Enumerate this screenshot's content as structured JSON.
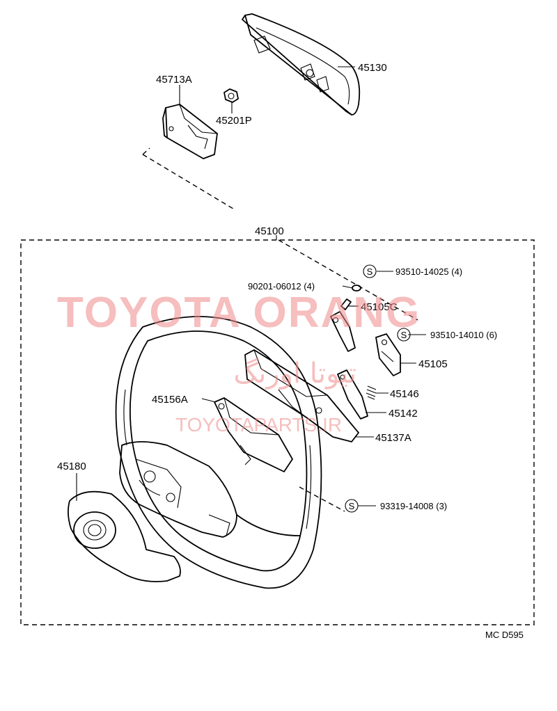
{
  "watermark": {
    "brand_latin": "TOYOTA ORANG",
    "brand_farsi": "تیوتا اورنگ",
    "site": "TOYOTAPARTS.IR"
  },
  "assembly_label": "45100",
  "diagram_code": "MC D595",
  "parts": {
    "p45713A": "45713A",
    "p45201P": "45201P",
    "p45130": "45130",
    "p93510_14025": "93510-14025 (4)",
    "p90201_06012": "90201-06012 (4)",
    "p45105C": "45105C",
    "p93510_14010": "93510-14010 (6)",
    "p45105": "45105",
    "p45146": "45146",
    "p45156A": "45156A",
    "p45142": "45142",
    "p45137A": "45137A",
    "p45180": "45180",
    "p93319_14008": "93319-14008 (3)"
  },
  "symbols": {
    "standard_part": "S"
  }
}
